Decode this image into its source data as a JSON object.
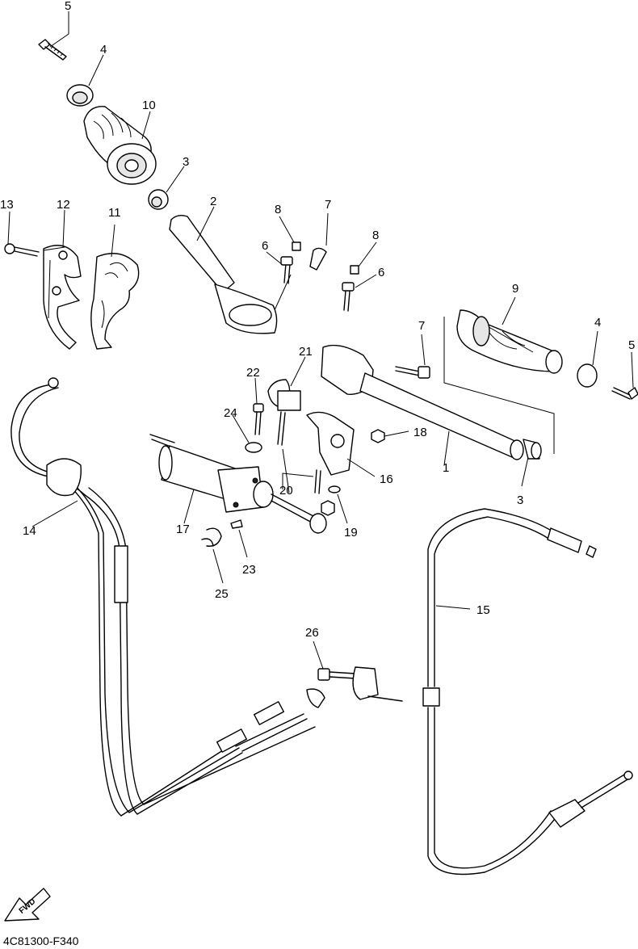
{
  "diagram": {
    "callouts": {
      "c1": "1",
      "c2": "2",
      "c3a": "3",
      "c3b": "3",
      "c4a": "4",
      "c4b": "4",
      "c5a": "5",
      "c5b": "5",
      "c6a": "6",
      "c6b": "6",
      "c7a": "7",
      "c7b": "7",
      "c8a": "8",
      "c8b": "8",
      "c9": "9",
      "c10": "10",
      "c11": "11",
      "c12": "12",
      "c13": "13",
      "c14": "14",
      "c15": "15",
      "c16": "16",
      "c17": "17",
      "c18": "18",
      "c19": "19",
      "c20": "20",
      "c21": "21",
      "c22": "22",
      "c23": "23",
      "c24": "24",
      "c25": "25",
      "c26": "26"
    },
    "fwd_badge": "FWD",
    "diagram_code": "4C81300-F340"
  }
}
